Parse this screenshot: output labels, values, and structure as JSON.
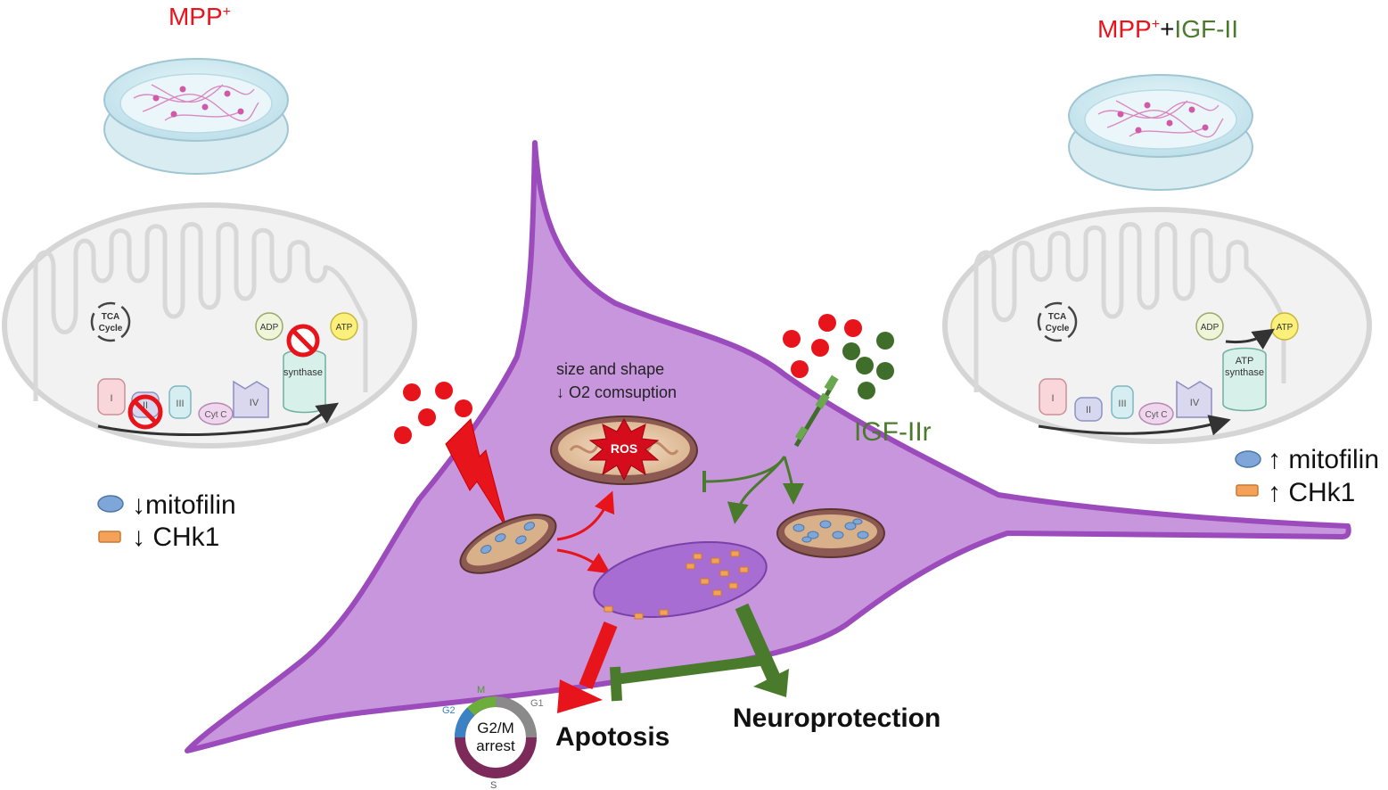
{
  "left_condition": {
    "title_main": "MPP",
    "title_sup": "+"
  },
  "right_condition": {
    "title_mpp": "MPP",
    "title_sup": "+",
    "title_plus": "+",
    "title_igf": "IGF-II"
  },
  "left_mito": {
    "tca_line1": "TCA",
    "tca_line2": "Cycle",
    "adp": "ADP",
    "atp": "ATP",
    "synthase_line1": "",
    "synthase_line2": "synthase",
    "complexes": [
      "I",
      "II",
      "III",
      "Cyt C",
      "IV"
    ]
  },
  "right_mito": {
    "tca_line1": "TCA",
    "tca_line2": "Cycle",
    "adp": "ADP",
    "atp": "ATP",
    "synthase_line1": "ATP",
    "synthase_line2": "synthase",
    "complexes": [
      "I",
      "II",
      "III",
      "Cyt C",
      "IV"
    ]
  },
  "left_legend": {
    "mitofilin": "↓mitofilin",
    "chk1": "↓ CHk1"
  },
  "right_legend": {
    "mitofilin": "↑ mitofilin",
    "chk1": "↑ CHk1"
  },
  "cell": {
    "note_line1": "size and shape",
    "note_line2": "↓ O2 comsuption",
    "ros": "ROS",
    "receptor": "IGF-IIr"
  },
  "cell_cycle": {
    "center_line1": "G2/M",
    "center_line2": "arrest",
    "phases": {
      "m": "M",
      "g1": "G1",
      "g2": "G2",
      "s": "S"
    }
  },
  "outcomes": {
    "apoptosis": "Apotosis",
    "neuroprotection": "Neuroprotection"
  },
  "colors": {
    "mpp_red": "#e8141c",
    "igf_green": "#4a7a2c",
    "neuron_fill": "#c896dc",
    "neuron_stroke": "#9b4bbb",
    "nucleus_fill": "#a86dd2",
    "mito_brown": "#8c5a52",
    "mitofilin_blue": "#7ea6d8",
    "chk1_orange": "#f4a25a"
  }
}
